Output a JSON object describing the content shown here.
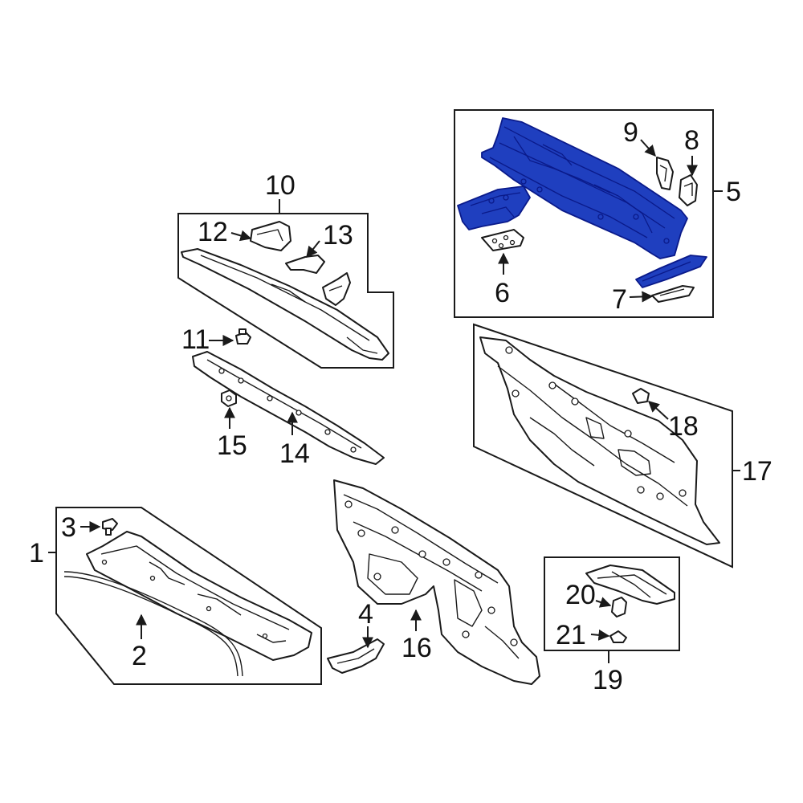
{
  "callouts": {
    "c1": "1",
    "c2": "2",
    "c3": "3",
    "c4": "4",
    "c5": "5",
    "c6": "6",
    "c7": "7",
    "c8": "8",
    "c9": "9",
    "c10": "10",
    "c11": "11",
    "c12": "12",
    "c13": "13",
    "c14": "14",
    "c15": "15",
    "c16": "16",
    "c17": "17",
    "c18": "18",
    "c19": "19",
    "c20": "20",
    "c21": "21"
  },
  "colors": {
    "highlight": "#1f3fbf",
    "highlight_dark": "#0a1a8a",
    "line": "#1a1a1a",
    "background": "#ffffff"
  }
}
